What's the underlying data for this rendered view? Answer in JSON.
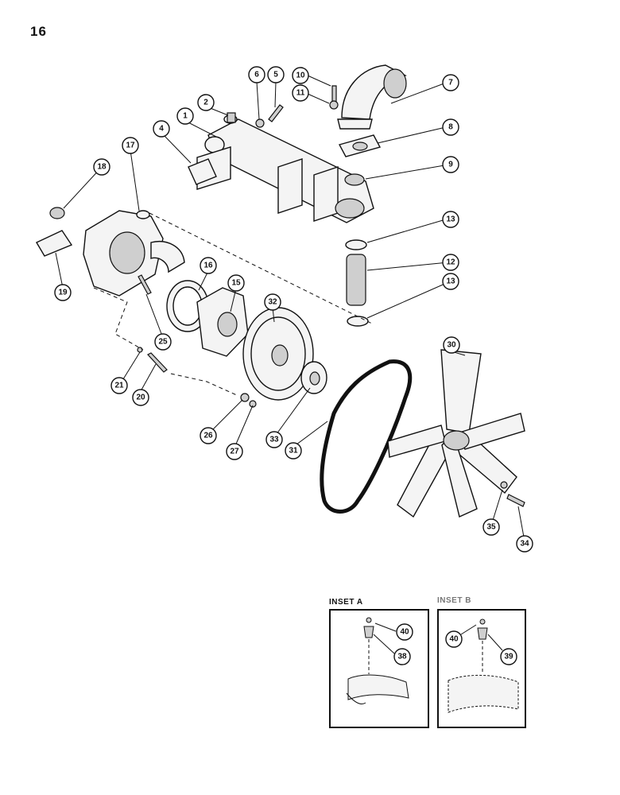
{
  "page_number": "16",
  "callouts": [
    "1",
    "2",
    "4",
    "5",
    "6",
    "7",
    "8",
    "9",
    "10",
    "11",
    "12",
    "13",
    "13",
    "15",
    "16",
    "17",
    "18",
    "19",
    "20",
    "21",
    "25",
    "26",
    "27",
    "30",
    "31",
    "32",
    "33",
    "34",
    "35"
  ],
  "insets": [
    {
      "label": "INSET A",
      "callouts": [
        "40",
        "38"
      ]
    },
    {
      "label": "INSET B",
      "callouts": [
        "40",
        "39"
      ]
    }
  ]
}
